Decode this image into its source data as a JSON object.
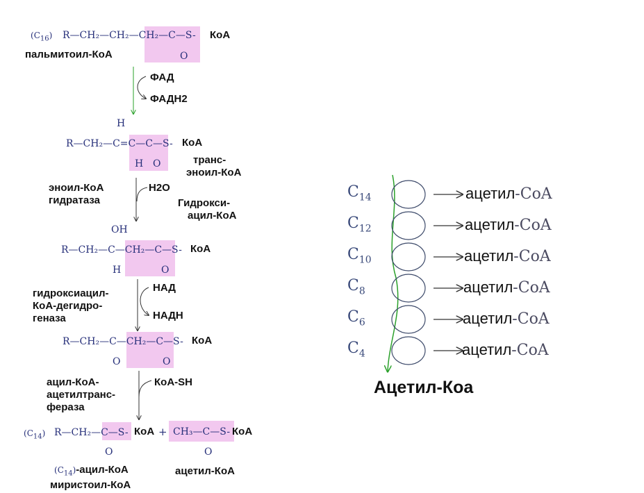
{
  "left": {
    "c16": "C",
    "c16_sub": "16",
    "palmitoyl_formula": "R—CH₂—CH₂—CH₂—C—S-",
    "koa": "КоА",
    "carbonyl_o": "O",
    "palmitoyl_name": "пальмитоил-КоА",
    "fad": "ФАД",
    "fadh2": "ФАДН2",
    "enoyl_h_top": "H",
    "enoyl_formula": "R—CH₂—C=C—C—S-",
    "enoyl_h_bottom": "H",
    "enoyl_o": "O",
    "trans_enoyl": [
      "транс-",
      "эноил-КоА"
    ],
    "enzyme_hydratase": [
      "эноил-КоА",
      "гидратаза"
    ],
    "h2o": "H2O",
    "hydroxyacyl": [
      "Гидрокси-",
      "ацил-КоА"
    ],
    "oh": "OH",
    "hydroxy_formula": "R—CH₂—C—CH₂—C—S-",
    "hydroxy_h": "H",
    "hydroxy_o": "O",
    "enzyme_dehydrogenase": [
      "гидроксиацил-",
      "КоА-дегидро-",
      "геназа"
    ],
    "nad": "НАД",
    "nadh": "НАДН",
    "keto_formula": "R—CH₂—C—CH₂—C—S-",
    "keto_o1": "O",
    "keto_o2": "O",
    "enzyme_transferase": [
      "ацил-КоА-",
      "ацетилтранс-",
      "фераза"
    ],
    "koa_sh": "КоА-SH",
    "c14": "C",
    "c14_sub": "14",
    "myristoyl_formula": "R—CH₂—C—S-",
    "plus": "+",
    "myristoyl_o": "O",
    "acetyl_formula": "CH₃—C—S-",
    "acetyl_o": "O",
    "c14_acyl_label": "-ацил-КоА",
    "myristoyl_name": "миристоил-КоА",
    "acetyl_name": "ацетил-КоА"
  },
  "right": {
    "rows": [
      {
        "c": "C",
        "sub": "14",
        "prod": "ацетил",
        "coa": "-CoA"
      },
      {
        "c": "C",
        "sub": "12",
        "prod": "ацетил",
        "coa": "-CoA"
      },
      {
        "c": "C",
        "sub": "10",
        "prod": "ацетил",
        "coa": "-CoA"
      },
      {
        "c": "C",
        "sub": "8",
        "prod": "ацетил",
        "coa": "-CoA"
      },
      {
        "c": "C",
        "sub": "6",
        "prod": "ацетил",
        "coa": "-CoA"
      },
      {
        "c": "C",
        "sub": "4",
        "prod": "ацетил",
        "coa": "-CoA"
      }
    ],
    "final": "Ацетил-Коа"
  },
  "colors": {
    "highlight": "#f2c8ef",
    "arrow_green": "#2aa02a",
    "formula": "#27307a"
  }
}
